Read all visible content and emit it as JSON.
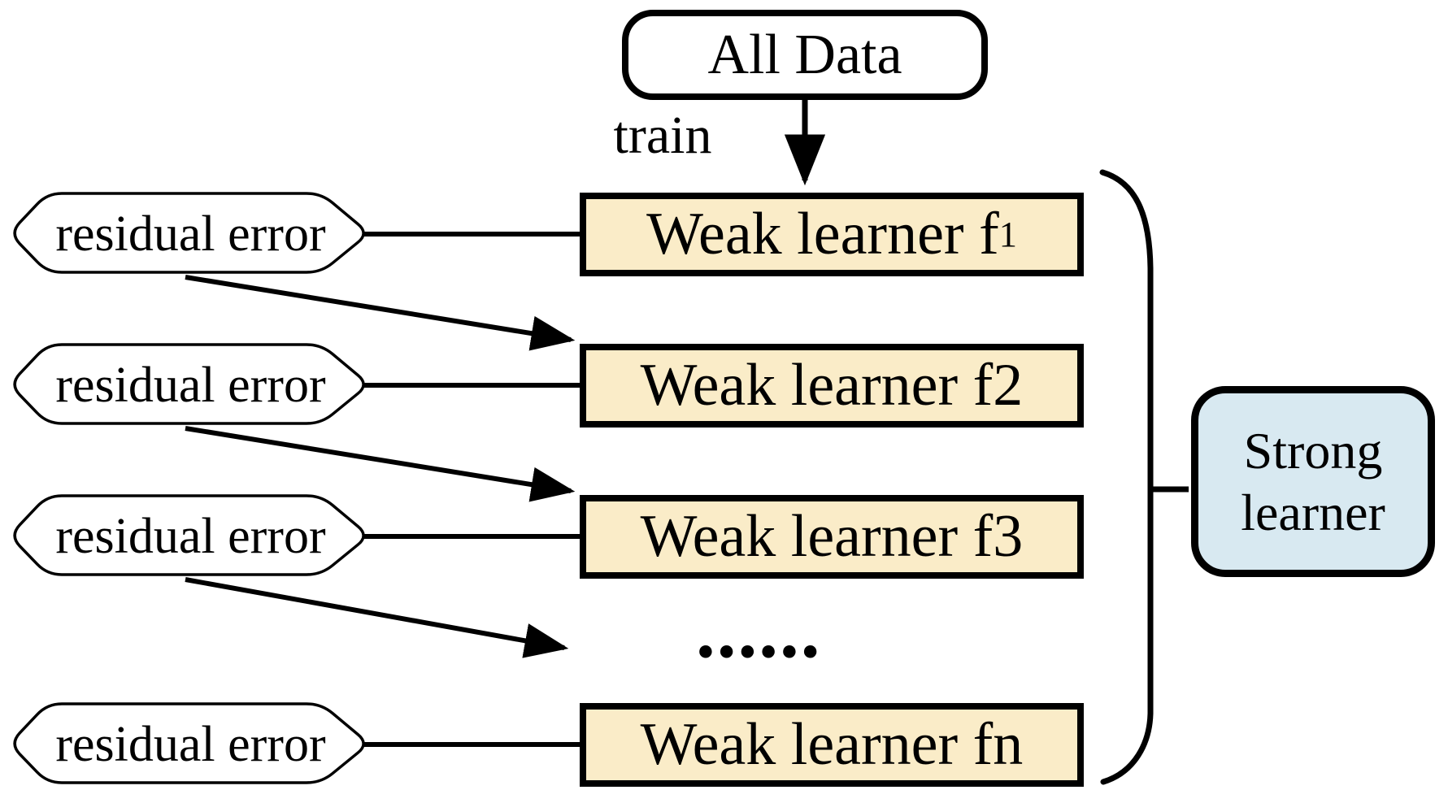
{
  "diagram": {
    "nodes": {
      "all_data": "All Data",
      "train": "train",
      "weak_learners": [
        {
          "prefix": "Weak learner f",
          "sub": "1"
        },
        {
          "label": "Weak learner f2"
        },
        {
          "label": "Weak learner f3"
        },
        {
          "label": "Weak learner fn"
        }
      ],
      "residual_errors": [
        "residual error",
        "residual error",
        "residual error",
        "residual error"
      ],
      "ellipsis": "......",
      "strong_learner": {
        "line1": "Strong",
        "line2": "learner"
      }
    },
    "colors": {
      "weak_learner_fill": "#FAECC8",
      "strong_learner_fill": "#D8E9F1",
      "residual_shape_fill": "#FFFFFF",
      "all_data_fill": "#FFFFFF",
      "line_color": "#000000"
    }
  }
}
